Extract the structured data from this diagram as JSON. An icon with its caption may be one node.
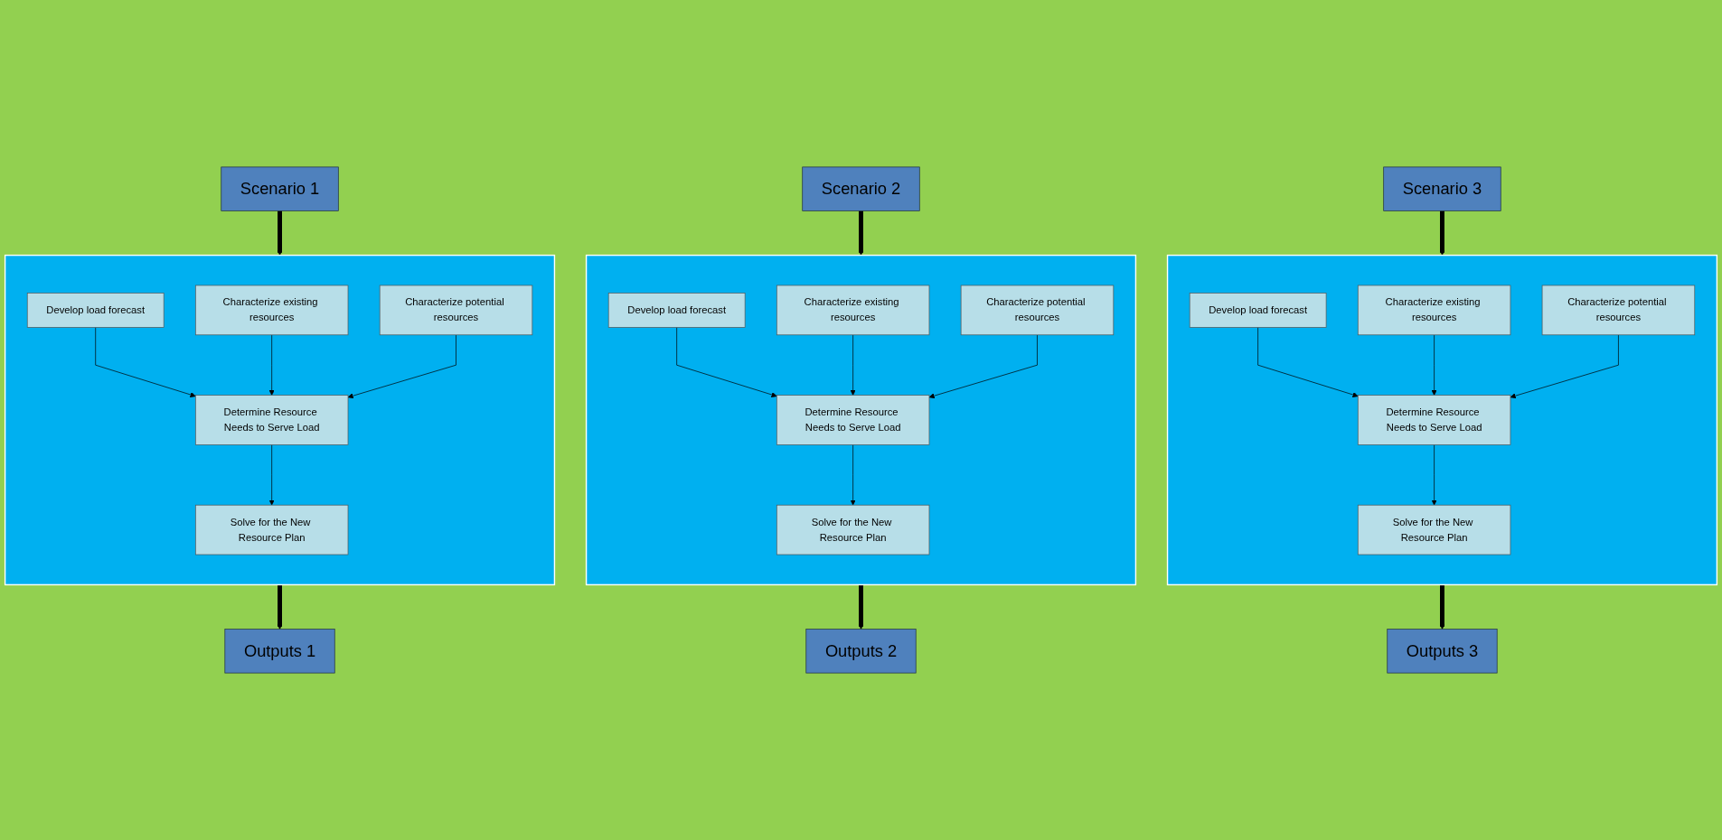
{
  "diagram": {
    "nodes": [
      {
        "text": [
          "Scenario 1"
        ]
      },
      {
        "text": [],
        "shape": "box"
      },
      {
        "text": [
          "Develop load forecast"
        ],
        "in": 1
      },
      {
        "text": [
          "Characterize existing resources"
        ],
        "in": 1
      },
      {
        "text": [
          "Characterize potential resources"
        ],
        "in": 1
      },
      {
        "text": [
          "Determine Resource Needs to Serve Load"
        ],
        "in": 1
      },
      {
        "text": [
          "Solve for the New Resource Plan"
        ],
        "in": 1
      },
      {
        "text": [
          "Outputs 1"
        ]
      },
      {
        "text": [
          "Scenario 2"
        ]
      },
      {
        "text": [],
        "shape": "box"
      },
      {
        "text": [
          "Develop load forecast"
        ],
        "in": 9
      },
      {
        "text": [
          "Characterize existing resources"
        ],
        "in": 9
      },
      {
        "text": [
          "Characterize potential resources"
        ],
        "in": 9
      },
      {
        "text": [
          "Determine Resource Needs to Serve Load"
        ],
        "in": 9
      },
      {
        "text": [
          "Solve for the New Resource Plan"
        ],
        "in": 9
      },
      {
        "text": [
          "Outputs 2"
        ]
      },
      {
        "text": [
          "Scenario 3"
        ]
      },
      {
        "text": [],
        "shape": "box"
      },
      {
        "text": [
          "Develop load forecast"
        ],
        "in": 17
      },
      {
        "text": [
          "Characterize existing resources"
        ],
        "in": 17
      },
      {
        "text": [
          "Characterize potential resources"
        ],
        "in": 17
      },
      {
        "text": [
          "Determine Resource Needs to Serve Load"
        ],
        "in": 17
      },
      {
        "text": [
          "Solve for the New Resource Plan"
        ],
        "in": 17
      },
      {
        "text": [
          "Outputs 3"
        ]
      }
    ],
    "edges": [
      {
        "from": 0,
        "to": 1,
        "arrow": "to",
        "style": "thick"
      },
      {
        "from": 2,
        "to": 5,
        "arrow": "to"
      },
      {
        "from": 3,
        "to": 5,
        "arrow": "to"
      },
      {
        "from": 4,
        "to": 5,
        "arrow": "to"
      },
      {
        "from": 5,
        "to": 6,
        "arrow": "to"
      },
      {
        "from": 1,
        "to": 7,
        "arrow": "to",
        "style": "thick"
      },
      {
        "from": 8,
        "to": 9,
        "arrow": "to",
        "style": "thick"
      },
      {
        "from": 10,
        "to": 13,
        "arrow": "to"
      },
      {
        "from": 11,
        "to": 13,
        "arrow": "to"
      },
      {
        "from": 12,
        "to": 13,
        "arrow": "to"
      },
      {
        "from": 13,
        "to": 14,
        "arrow": "to"
      },
      {
        "from": 9,
        "to": 15,
        "arrow": "to",
        "style": "thick"
      },
      {
        "from": 16,
        "to": 17,
        "arrow": "to",
        "style": "thick"
      },
      {
        "from": 18,
        "to": 21,
        "arrow": "to"
      },
      {
        "from": 19,
        "to": 21,
        "arrow": "to"
      },
      {
        "from": 20,
        "to": 21,
        "arrow": "to"
      },
      {
        "from": 21,
        "to": 22,
        "arrow": "to"
      },
      {
        "from": 17,
        "to": 23,
        "arrow": "to",
        "style": "thick"
      }
    ]
  }
}
